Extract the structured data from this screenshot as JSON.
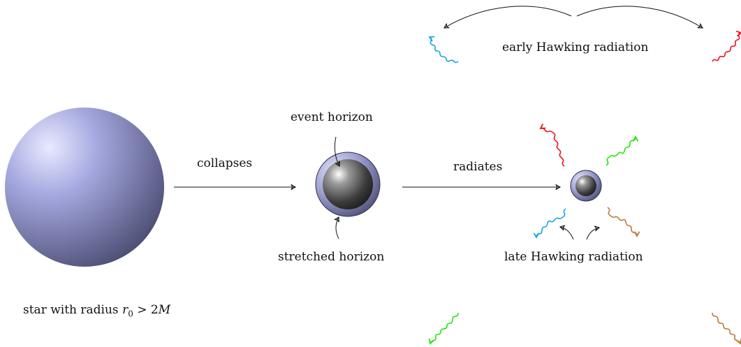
{
  "labels": {
    "early_radiation": "early Hawking radiation",
    "event_horizon": "event horizon",
    "collapses": "collapses",
    "radiates": "radiates",
    "stretched_horizon": "stretched horizon",
    "late_radiation": "late Hawking radiation",
    "star_caption_prefix": "star with radius ",
    "star_caption_var": "r",
    "star_caption_sub": "0",
    "star_caption_rel": " > 2",
    "star_caption_mass": "M"
  },
  "colors": {
    "star": "#8e92c8",
    "black_hole_shell": "#9a9ccc",
    "black_hole_core": "#3a3a3a",
    "cyan_quantum": "#1aa7dd",
    "red_quantum": "#e8141c",
    "green_quantum": "#22e80a",
    "brown_quantum": "#b87d3d",
    "arrow": "#111111"
  }
}
